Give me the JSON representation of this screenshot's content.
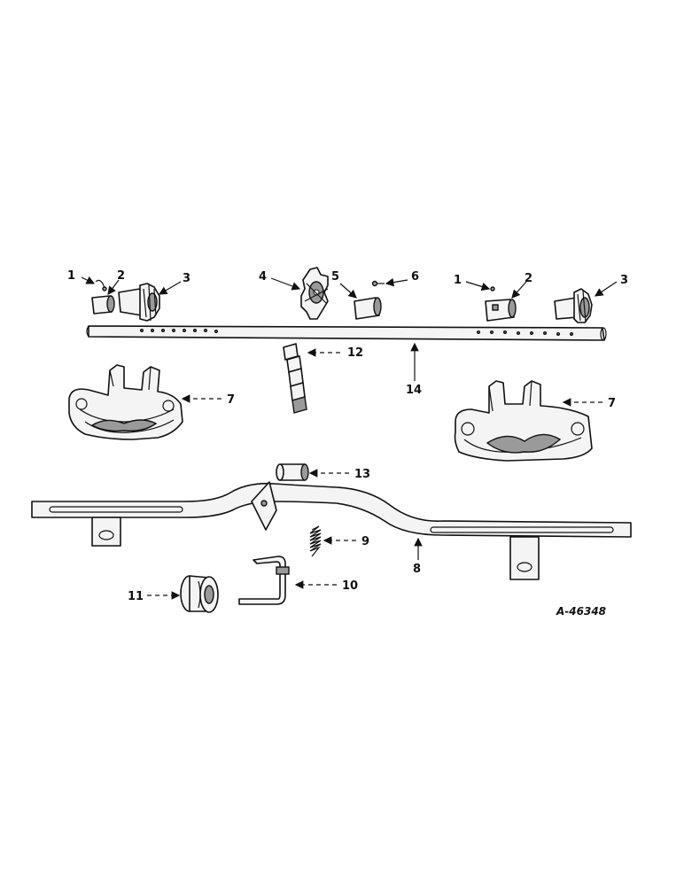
{
  "figure": {
    "figure_id": "A-46348",
    "callouts": {
      "c1a": "1",
      "c2a": "2",
      "c3a": "3",
      "c4": "4",
      "c5": "5",
      "c6": "6",
      "c1b": "1",
      "c2b": "2",
      "c3b": "3",
      "c7a": "7",
      "c7b": "7",
      "c8": "8",
      "c9": "9",
      "c10": "10",
      "c11": "11",
      "c12": "12",
      "c13": "13",
      "c14": "14"
    }
  }
}
